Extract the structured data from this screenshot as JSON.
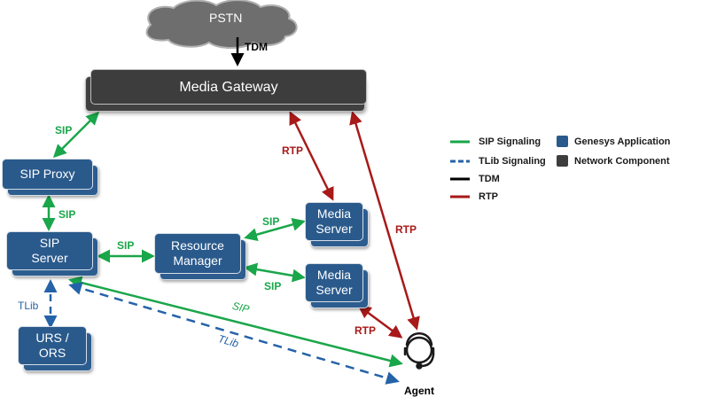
{
  "nodes": {
    "pstn": "PSTN",
    "media_gateway": "Media Gateway",
    "sip_proxy": "SIP Proxy",
    "sip_server": "SIP\nServer",
    "resource_manager": "Resource\nManager",
    "media_server_1": "Media\nServer",
    "media_server_2": "Media\nServer",
    "urs_ors": "URS /\nORS",
    "agent": "Agent"
  },
  "links": {
    "tdm": "TDM",
    "sip_gw_proxy": "SIP",
    "sip_proxy_server": "SIP",
    "sip_server_rm": "SIP",
    "sip_rm_ms1": "SIP",
    "sip_rm_ms2": "SIP",
    "sip_server_agent": "SIP",
    "tlib_server_agent": "TLib",
    "tlib_server_urs": "TLib",
    "rtp_gw_ms1": "RTP",
    "rtp_gw_agent": "RTP",
    "rtp_ms2_agent": "RTP"
  },
  "legend": {
    "lines": [
      {
        "label": "SIP Signaling",
        "color": "#1aa64a",
        "style": "solid"
      },
      {
        "label": "TLib Signaling",
        "color": "#2563a8",
        "style": "dashed"
      },
      {
        "label": "TDM",
        "color": "#000000",
        "style": "solid"
      },
      {
        "label": "RTP",
        "color": "#a81919",
        "style": "solid"
      }
    ],
    "boxes": [
      {
        "label": "Genesys Application",
        "color": "#2a5a8c"
      },
      {
        "label": "Network Component",
        "color": "#3d3d3d"
      }
    ]
  }
}
